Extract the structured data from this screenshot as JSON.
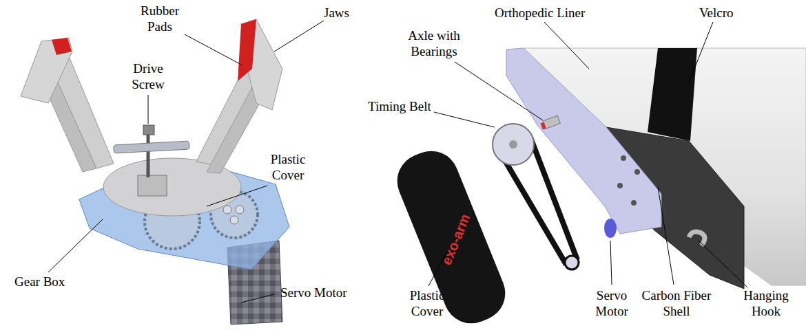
{
  "diagram": {
    "labels": [
      "Rubber Pads",
      "Jaws",
      "Drive Screw",
      "Plastic Cover",
      "Gear Box",
      "Servo Motor",
      "Axle with Bearings",
      "Orthopedic Liner",
      "Velcro",
      "Timing Belt",
      "exo-arm",
      "Plastic Cover",
      "Servo Motor",
      "Carbon Fiber Shell",
      "Hanging Hook"
    ]
  }
}
